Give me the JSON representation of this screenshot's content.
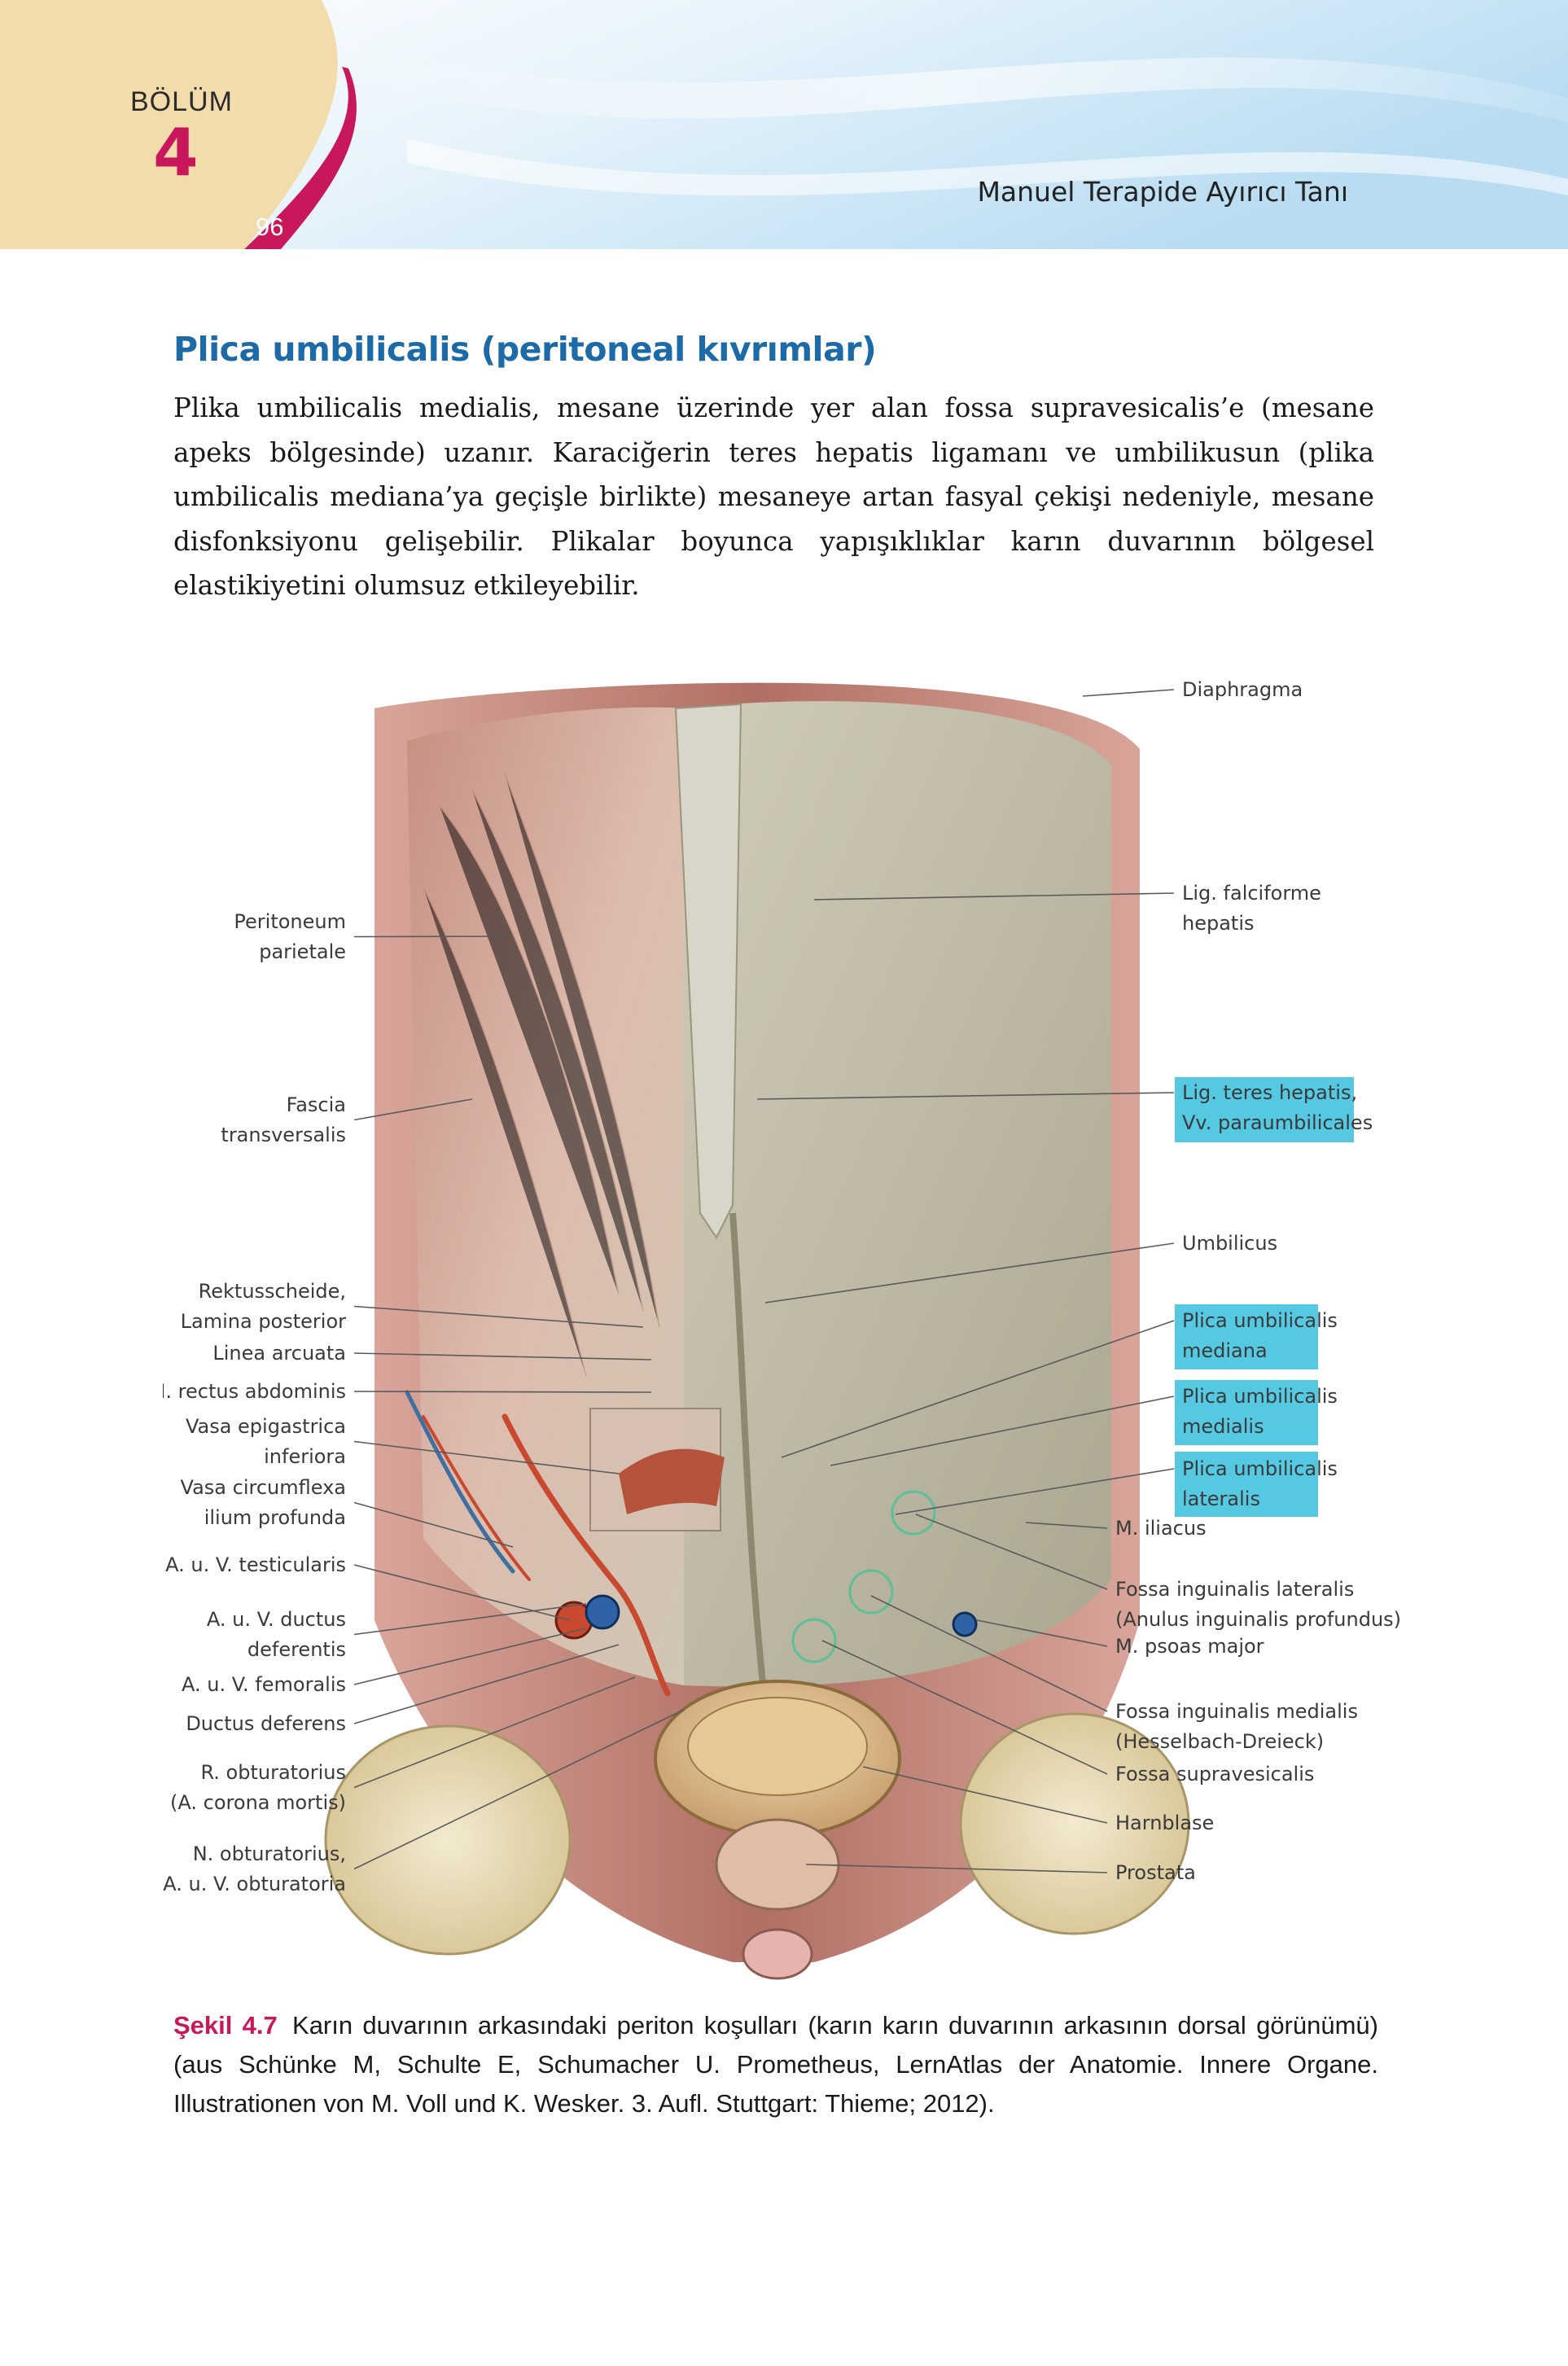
{
  "header": {
    "chapter_label": "BÖLÜM",
    "chapter_number": "4",
    "page_number": "96",
    "running_title": "Manuel Terapide Ayırıcı Tanı"
  },
  "section": {
    "title": "Plica umbilicalis (peritoneal kıvrımlar)",
    "body": "Plika umbilicalis medialis, mesane üzerinde yer alan fossa supravesicalis’e (mesane apeks bölgesinde) uzanır. Karaciğerin teres hepatis ligamanı ve umbilikusun (plika umbilicalis mediana’ya geçişle birlikte) mesaneye artan fasyal çekişi nedeniyle, mesane disfonksiyonu gelişebilir. Plikalar boyunca yapışıklıklar karın duvarının bölgesel elastikiyetini olumsuz etkileyebilir."
  },
  "figure": {
    "labels_left": [
      [
        "Peritoneum",
        "parietale"
      ],
      [
        "Fascia",
        "transversalis"
      ],
      [
        "Rektusscheide,",
        "Lamina posterior"
      ],
      [
        "Linea arcuata"
      ],
      [
        "M. rectus abdominis"
      ],
      [
        "Vasa epigastrica",
        "inferiora"
      ],
      [
        "Vasa circumflexa",
        "ilium profunda"
      ],
      [
        "A. u. V. testicularis"
      ],
      [
        "A. u. V. ductus",
        "deferentis"
      ],
      [
        "A. u. V. femoralis"
      ],
      [
        "Ductus deferens"
      ],
      [
        "R. obturatorius",
        "(A. corona mortis)"
      ],
      [
        "N. obturatorius,",
        "A. u. V. obturatoria"
      ]
    ],
    "labels_right": [
      [
        "Diaphragma"
      ],
      [
        "Lig. falciforme",
        "hepatis"
      ],
      [
        "Lig. teres hepatis,",
        "Vv. paraumbilicales"
      ],
      [
        "Umbilicus"
      ],
      [
        "Plica umbilicalis",
        "mediana"
      ],
      [
        "Plica umbilicalis",
        "medialis"
      ],
      [
        "Plica umbilicalis",
        "lateralis"
      ],
      [
        "M. iliacus"
      ],
      [
        "Fossa inguinalis lateralis",
        "(Anulus inguinalis profundus)"
      ],
      [
        "M. psoas major"
      ],
      [
        "Fossa inguinalis medialis",
        "(Hesselbach-Dreieck)"
      ],
      [
        "Fossa supravesicalis"
      ],
      [
        "Harnblase"
      ],
      [
        "Prostata"
      ]
    ]
  },
  "caption": {
    "number": "Şekil 4.7",
    "text": "Karın duvarının arkasındaki periton koşulları (karın karın duvarının arkasının dorsal görünümü) (aus Schünke M, Schulte E, Schumacher U. Prometheus, LernAtlas der Anatomie. Innere Organe. Illustrationen von M. Voll und K. Wesker. 3. Aufl. Stuttgart: Thieme; 2012)."
  },
  "colors": {
    "accent": "#c8175b",
    "title_blue": "#1c6aa8",
    "label_highlight": "#55c8e2",
    "header_tan": "#f3dcac"
  }
}
